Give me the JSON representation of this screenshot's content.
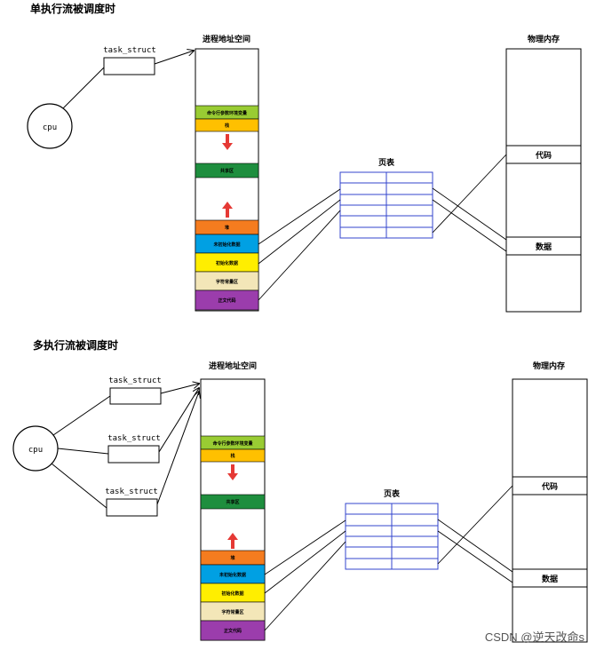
{
  "diagrams": [
    {
      "title": "单执行流被调度时",
      "cpu_label": "cpu",
      "task_labels": [
        "task_struct"
      ],
      "address_space_title": "进程地址空间",
      "segments": [
        {
          "label": "命令行参数环境变量",
          "color": "#99cc33"
        },
        {
          "label": "栈",
          "color": "#ffc000"
        },
        {
          "label": "共享区",
          "color": "#1e8e3e"
        },
        {
          "label": "堆",
          "color": "#f57c1f"
        },
        {
          "label": "未初始化数据",
          "color": "#00a0e3"
        },
        {
          "label": "初始化数据",
          "color": "#ffee00"
        },
        {
          "label": "字符常量区",
          "color": "#f3e6b8"
        },
        {
          "label": "正文代码",
          "color": "#9b3dac"
        }
      ],
      "page_table_title": "页表",
      "physical_memory_title": "物理内存",
      "physical_cells": [
        "代码",
        "数据"
      ]
    },
    {
      "title": "多执行流被调度时",
      "cpu_label": "cpu",
      "task_labels": [
        "task_struct",
        "task_struct",
        "task_struct"
      ],
      "address_space_title": "进程地址空间",
      "segments": [
        {
          "label": "命令行参数环境变量",
          "color": "#99cc33"
        },
        {
          "label": "栈",
          "color": "#ffc000"
        },
        {
          "label": "共享区",
          "color": "#1e8e3e"
        },
        {
          "label": "堆",
          "color": "#f57c1f"
        },
        {
          "label": "未初始化数据",
          "color": "#00a0e3"
        },
        {
          "label": "初始化数据",
          "color": "#ffee00"
        },
        {
          "label": "字符常量区",
          "color": "#f3e6b8"
        },
        {
          "label": "正文代码",
          "color": "#9b3dac"
        }
      ],
      "page_table_title": "页表",
      "physical_memory_title": "物理内存",
      "physical_cells": [
        "代码",
        "数据"
      ]
    }
  ],
  "watermark": "CSDN @逆天改命s",
  "colors": {
    "page_table": "#3344cc",
    "arrow": "#e53935"
  }
}
